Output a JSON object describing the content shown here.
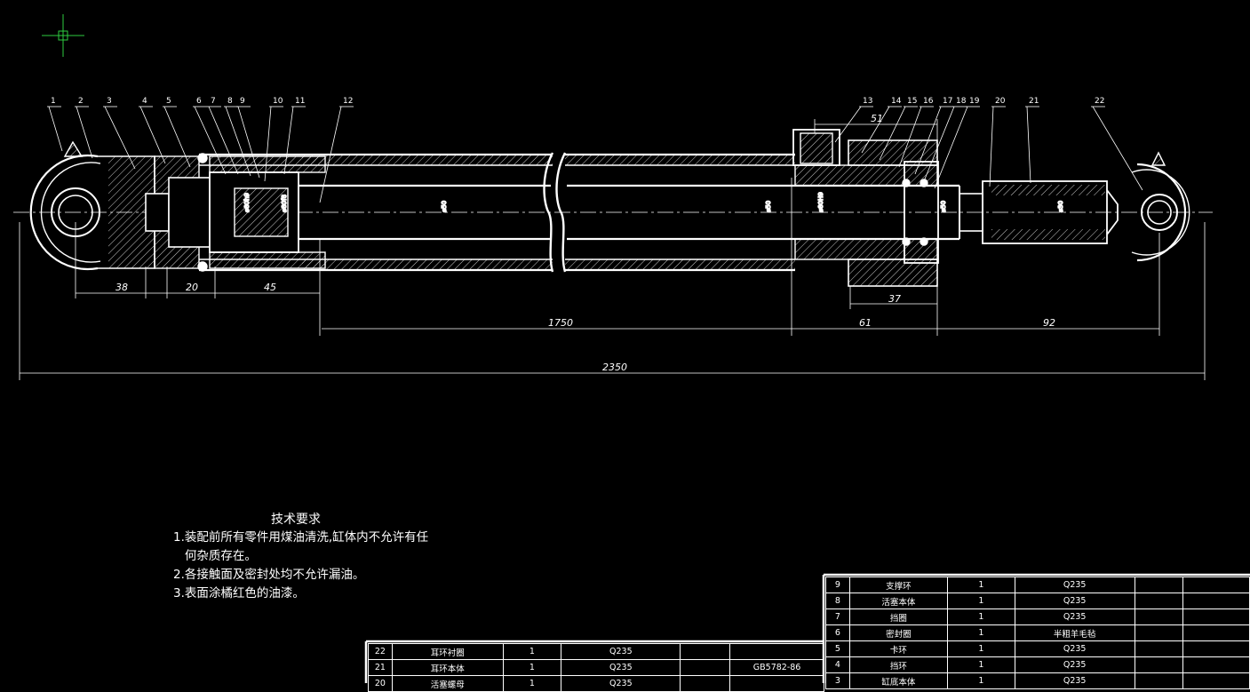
{
  "part_labels": [
    "1",
    "2",
    "3",
    "4",
    "5",
    "6",
    "7",
    "8",
    "9",
    "10",
    "11",
    "12",
    "13",
    "14",
    "15",
    "16",
    "17",
    "18",
    "19",
    "20",
    "21",
    "22"
  ],
  "dimensions": {
    "d38": "38",
    "d20": "20",
    "d45": "45",
    "d51": "51",
    "d37": "37",
    "d1750": "1750",
    "d61": "61",
    "d92": "92",
    "d2350": "2350"
  },
  "tech_requirements": {
    "title": "技术要求",
    "lines": [
      "1.装配前所有零件用煤油清洗,缸体内不允许有任",
      "   何杂质存在。",
      "2.各接触面及密封处均不允许漏油。",
      "3.表面涂橘红色的油漆。"
    ]
  },
  "bom_left": [
    {
      "no": "22",
      "name": "耳环衬圈",
      "qty": "1",
      "material": "Q235",
      "std": ""
    },
    {
      "no": "21",
      "name": "耳环本体",
      "qty": "1",
      "material": "Q235",
      "std": "GB5782-86"
    },
    {
      "no": "20",
      "name": "活塞螺母",
      "qty": "1",
      "material": "Q235",
      "std": ""
    }
  ],
  "bom_right": [
    {
      "no": "9",
      "name": "支撑环",
      "qty": "1",
      "material": "Q235"
    },
    {
      "no": "8",
      "name": "活塞本体",
      "qty": "1",
      "material": "Q235"
    },
    {
      "no": "7",
      "name": "挡圈",
      "qty": "1",
      "material": "Q235"
    },
    {
      "no": "6",
      "name": "密封圈",
      "qty": "1",
      "material": "半粗羊毛毡"
    },
    {
      "no": "5",
      "name": "卡环",
      "qty": "1",
      "material": "Q235"
    },
    {
      "no": "4",
      "name": "挡环",
      "qty": "1",
      "material": "Q235"
    },
    {
      "no": "3",
      "name": "缸底本体",
      "qty": "1",
      "material": "Q235"
    }
  ]
}
